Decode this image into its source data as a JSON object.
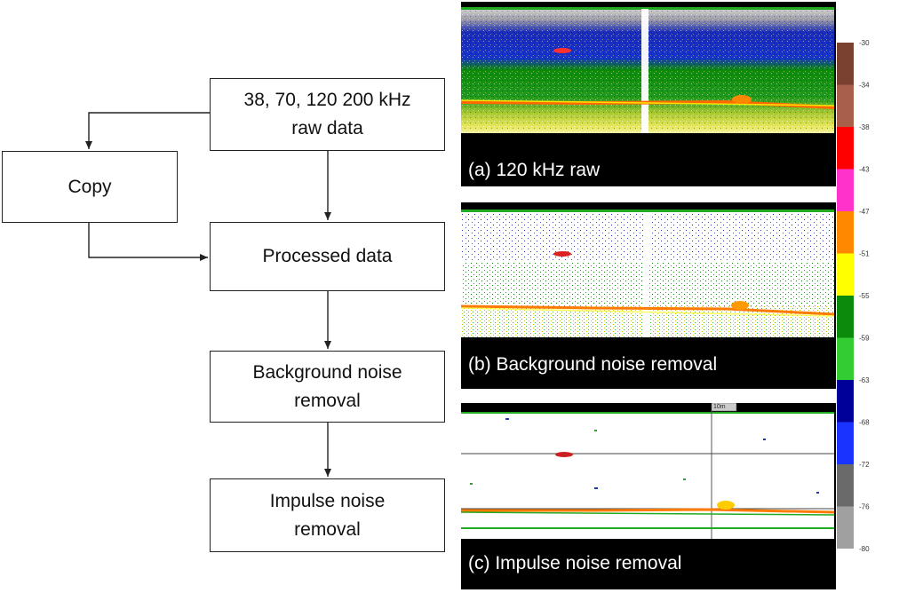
{
  "flow": {
    "raw_data": "38, 70, 120 200 kHz\nraw data",
    "copy": "Copy",
    "processed": "Processed data",
    "background_removal": "Background noise\nremoval",
    "impulse_removal": "Impulse noise\nremoval"
  },
  "panels": [
    {
      "caption": "(a) 120 kHz raw"
    },
    {
      "caption": "(b) Background noise removal"
    },
    {
      "caption": "(c) Impulse noise removal"
    }
  ],
  "panel_c_marker": "10m",
  "colorbar": {
    "ticks": [
      "-30",
      "-34",
      "-38",
      "-43",
      "-47",
      "-51",
      "-55",
      "-59",
      "-63",
      "-68",
      "-72",
      "-76",
      "-80"
    ],
    "colors": [
      "#7a4030",
      "#a8604a",
      "#ff0000",
      "#ff33cc",
      "#ff8800",
      "#ffff00",
      "#0b8a0b",
      "#33cc33",
      "#000099",
      "#1a33ff",
      "#6a6a6a",
      "#a0a0a0"
    ]
  }
}
